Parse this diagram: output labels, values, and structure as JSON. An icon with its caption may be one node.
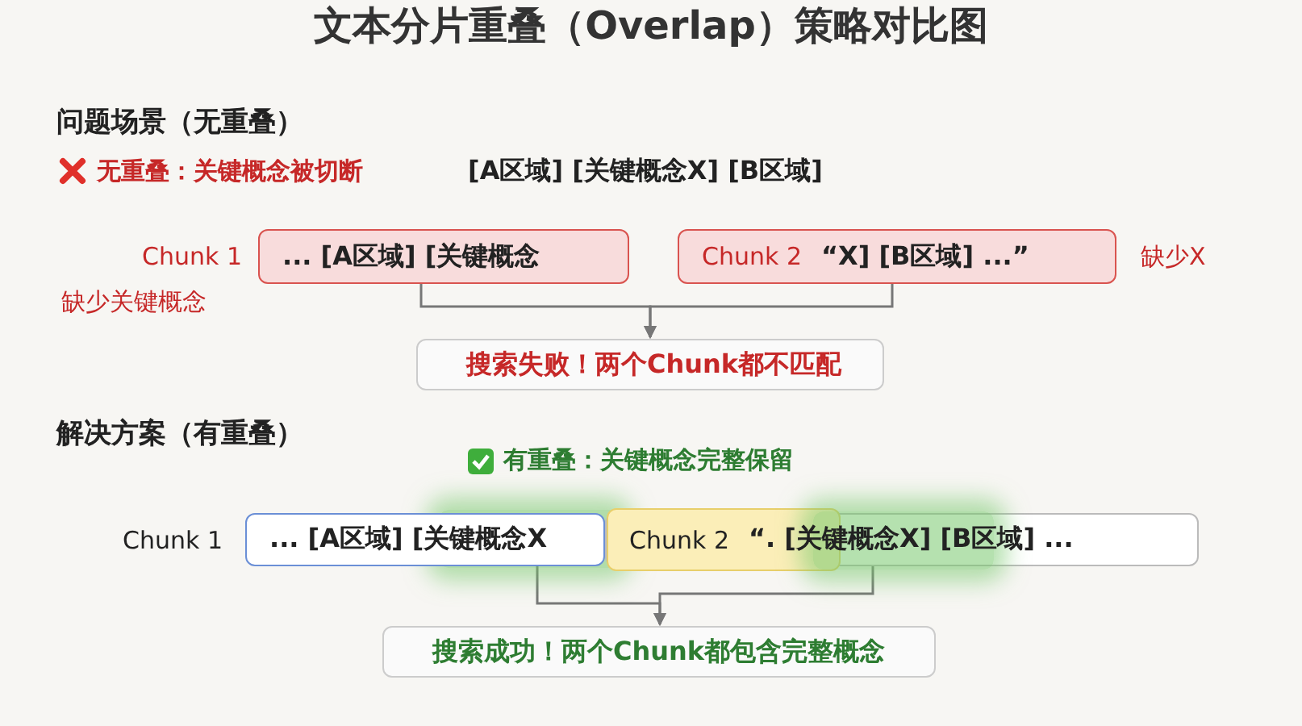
{
  "diagram": {
    "title": "文本分片重叠（Overlap）策略对比图",
    "nodes": [
      {
        "text": [
          "... [A区域] [关键概念"
        ],
        "beside": [
          "Chunk 1",
          "缺少关键概念"
        ]
      },
      {
        "text": [
          "Chunk 2",
          "“X] [B区域] ...”"
        ],
        "beside": [
          "缺少X"
        ]
      },
      {
        "text": [
          "搜索失败！两个Chunk都不匹配"
        ]
      },
      {
        "text": [
          "... [A区域] [关键概念X"
        ],
        "beside": [
          "Chunk 1"
        ]
      },
      {
        "text": [
          "Chunk 2",
          "“. [关键概念X] [B区域] ..."
        ]
      },
      {
        "text": [
          "搜索成功！两个Chunk都包含完整概念"
        ]
      }
    ],
    "edges": [
      {
        "from": 0,
        "to": 2,
        "arrow": "to"
      },
      {
        "from": 1,
        "to": 2,
        "arrow": "to"
      },
      {
        "from": 3,
        "to": 5,
        "arrow": "to"
      },
      {
        "from": 4,
        "to": 5,
        "arrow": "to"
      }
    ],
    "labels": [
      "问题场景（无重叠）",
      "无重叠：关键概念被切断",
      "[A区域] [关键概念X] [B区域]",
      "解决方案（有重叠）",
      "有重叠：关键概念完整保留"
    ]
  }
}
